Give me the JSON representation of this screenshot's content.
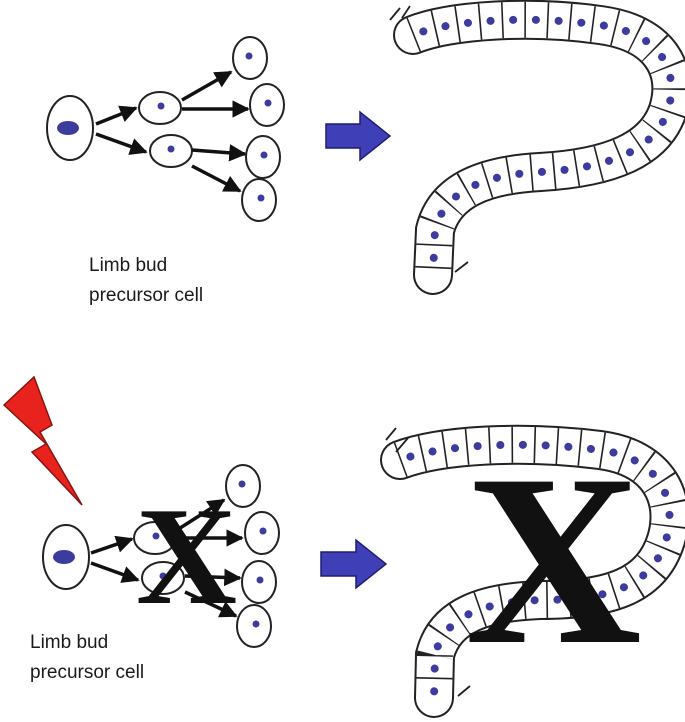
{
  "panels": [
    {
      "caption_line1": "Limb bud",
      "caption_line2": "precursor cell",
      "blocked": false
    },
    {
      "caption_line1": "Limb bud",
      "caption_line2": "precursor cell",
      "blocked": true,
      "block_mark": "X"
    }
  ],
  "colors": {
    "nucleus": "#3c3c9e",
    "arrow": "#3f3fb8",
    "lightning": "#e8231e",
    "outline": "#222222"
  }
}
